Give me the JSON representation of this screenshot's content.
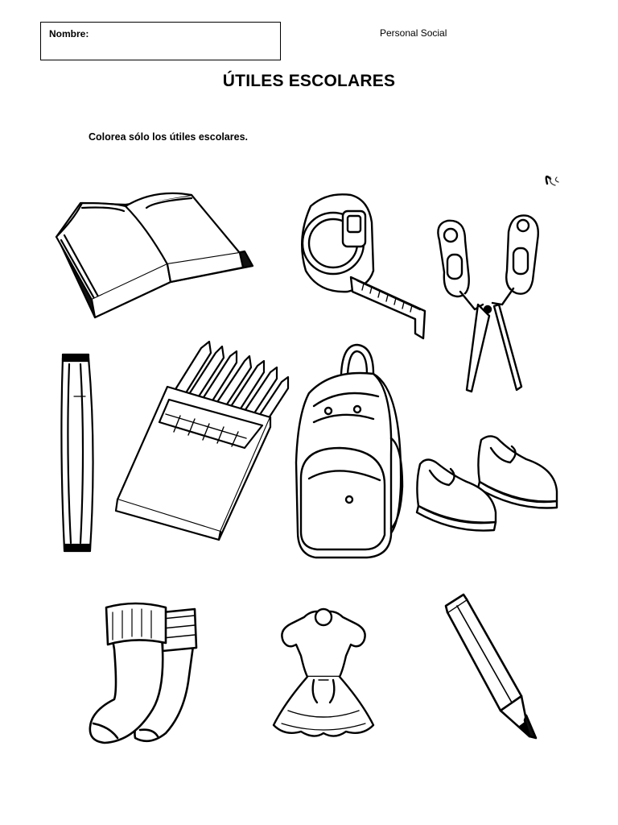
{
  "header": {
    "name_label": "Nombre:",
    "subject": "Personal Social"
  },
  "title": "ÚTILES ESCOLARES",
  "instruction": "Colorea sólo los útiles escolares.",
  "images": [
    {
      "id": "book",
      "icon": "open-book-icon"
    },
    {
      "id": "tape-measure",
      "icon": "tape-measure-icon"
    },
    {
      "id": "scissors",
      "icon": "scissors-icon"
    },
    {
      "id": "ruler",
      "icon": "ruler-icon"
    },
    {
      "id": "colored-pencils",
      "icon": "colored-pencils-box-icon"
    },
    {
      "id": "backpack",
      "icon": "backpack-icon"
    },
    {
      "id": "shoes",
      "icon": "shoes-icon"
    },
    {
      "id": "socks",
      "icon": "socks-icon"
    },
    {
      "id": "dress",
      "icon": "dress-icon"
    },
    {
      "id": "pencil",
      "icon": "pencil-icon"
    }
  ]
}
